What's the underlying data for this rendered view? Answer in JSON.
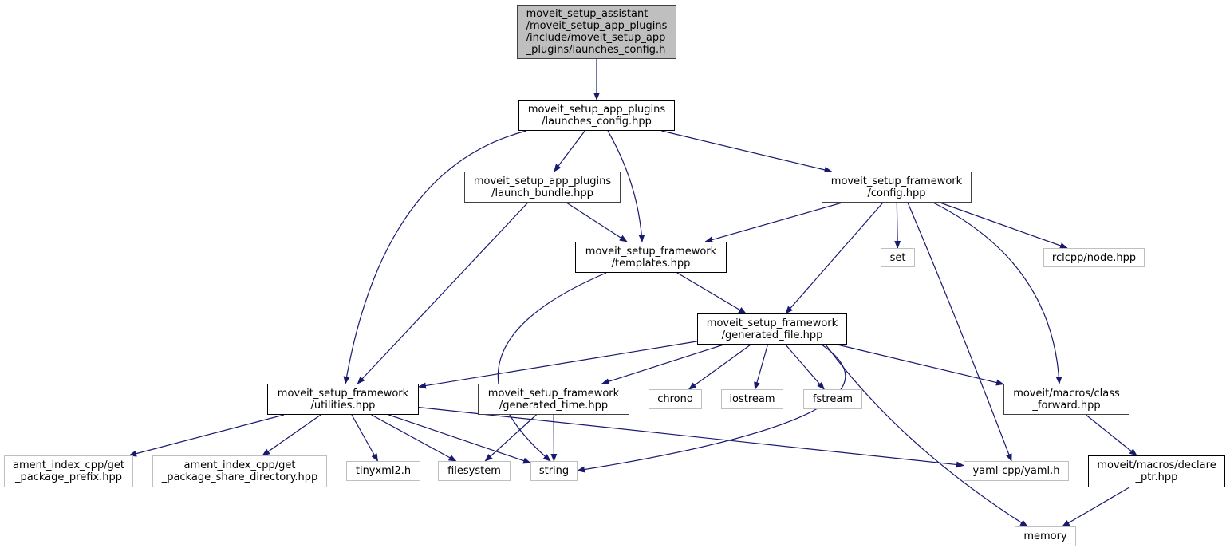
{
  "graph": {
    "title": "Include dependency graph for launches_config.h",
    "edge_color": "#191970",
    "nodes": [
      {
        "id": "root",
        "label": "moveit_setup_assistant\n/moveit_setup_app_plugins\n/include/moveit_setup_app\n_plugins/launches_config.h",
        "kind": "root"
      },
      {
        "id": "launches_config",
        "label": "moveit_setup_app_plugins\n/launches_config.hpp",
        "kind": "internal"
      },
      {
        "id": "launch_bundle",
        "label": "moveit_setup_app_plugins\n/launch_bundle.hpp",
        "kind": "internal-dark"
      },
      {
        "id": "config",
        "label": "moveit_setup_framework\n/config.hpp",
        "kind": "internal-dark"
      },
      {
        "id": "templates",
        "label": "moveit_setup_framework\n/templates.hpp",
        "kind": "internal"
      },
      {
        "id": "set",
        "label": "set",
        "kind": "external"
      },
      {
        "id": "rclcpp_node",
        "label": "rclcpp/node.hpp",
        "kind": "external"
      },
      {
        "id": "generated_file",
        "label": "moveit_setup_framework\n/generated_file.hpp",
        "kind": "internal"
      },
      {
        "id": "utilities",
        "label": "moveit_setup_framework\n/utilities.hpp",
        "kind": "internal"
      },
      {
        "id": "generated_time",
        "label": "moveit_setup_framework\n/generated_time.hpp",
        "kind": "internal-dark"
      },
      {
        "id": "chrono",
        "label": "chrono",
        "kind": "external"
      },
      {
        "id": "iostream",
        "label": "iostream",
        "kind": "external"
      },
      {
        "id": "fstream",
        "label": "fstream",
        "kind": "external"
      },
      {
        "id": "class_forward",
        "label": "moveit/macros/class\n_forward.hpp",
        "kind": "internal-dark"
      },
      {
        "id": "ament_prefix",
        "label": "ament_index_cpp/get\n_package_prefix.hpp",
        "kind": "external"
      },
      {
        "id": "ament_share",
        "label": "ament_index_cpp/get\n_package_share_directory.hpp",
        "kind": "external"
      },
      {
        "id": "tinyxml2",
        "label": "tinyxml2.h",
        "kind": "external"
      },
      {
        "id": "filesystem",
        "label": "filesystem",
        "kind": "external"
      },
      {
        "id": "string",
        "label": "string",
        "kind": "external"
      },
      {
        "id": "yaml",
        "label": "yaml-cpp/yaml.h",
        "kind": "external"
      },
      {
        "id": "declare_ptr",
        "label": "moveit/macros/declare\n_ptr.hpp",
        "kind": "internal"
      },
      {
        "id": "memory",
        "label": "memory",
        "kind": "external"
      }
    ],
    "edges": [
      [
        "root",
        "launches_config"
      ],
      [
        "launches_config",
        "utilities"
      ],
      [
        "launches_config",
        "launch_bundle"
      ],
      [
        "launches_config",
        "templates"
      ],
      [
        "launches_config",
        "config"
      ],
      [
        "launch_bundle",
        "utilities"
      ],
      [
        "launch_bundle",
        "templates"
      ],
      [
        "config",
        "templates"
      ],
      [
        "config",
        "generated_file"
      ],
      [
        "config",
        "set"
      ],
      [
        "config",
        "yaml"
      ],
      [
        "config",
        "class_forward"
      ],
      [
        "config",
        "rclcpp_node"
      ],
      [
        "templates",
        "string"
      ],
      [
        "templates",
        "generated_file"
      ],
      [
        "generated_file",
        "utilities"
      ],
      [
        "generated_file",
        "generated_time"
      ],
      [
        "generated_file",
        "chrono"
      ],
      [
        "generated_file",
        "iostream"
      ],
      [
        "generated_file",
        "fstream"
      ],
      [
        "generated_file",
        "string"
      ],
      [
        "generated_file",
        "memory"
      ],
      [
        "generated_file",
        "class_forward"
      ],
      [
        "utilities",
        "ament_prefix"
      ],
      [
        "utilities",
        "ament_share"
      ],
      [
        "utilities",
        "tinyxml2"
      ],
      [
        "utilities",
        "filesystem"
      ],
      [
        "utilities",
        "string"
      ],
      [
        "utilities",
        "yaml"
      ],
      [
        "generated_time",
        "filesystem"
      ],
      [
        "generated_time",
        "string"
      ],
      [
        "class_forward",
        "declare_ptr"
      ],
      [
        "declare_ptr",
        "memory"
      ]
    ]
  }
}
